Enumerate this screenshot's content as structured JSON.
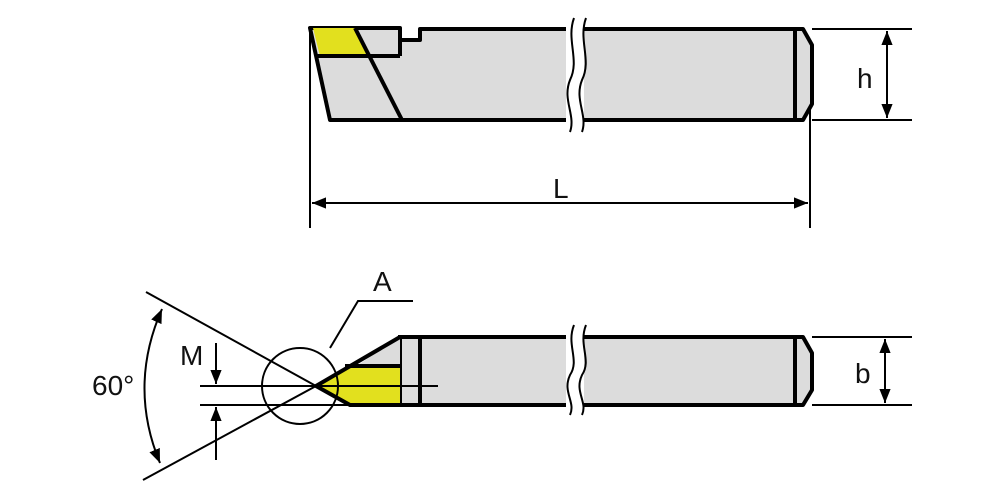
{
  "labels": {
    "h": "h",
    "L": "L",
    "A": "A",
    "M": "M",
    "angle": "60°",
    "b": "b"
  },
  "colors": {
    "body": "#dcdcdc",
    "insert": "#e2e01e",
    "line": "#000000"
  }
}
